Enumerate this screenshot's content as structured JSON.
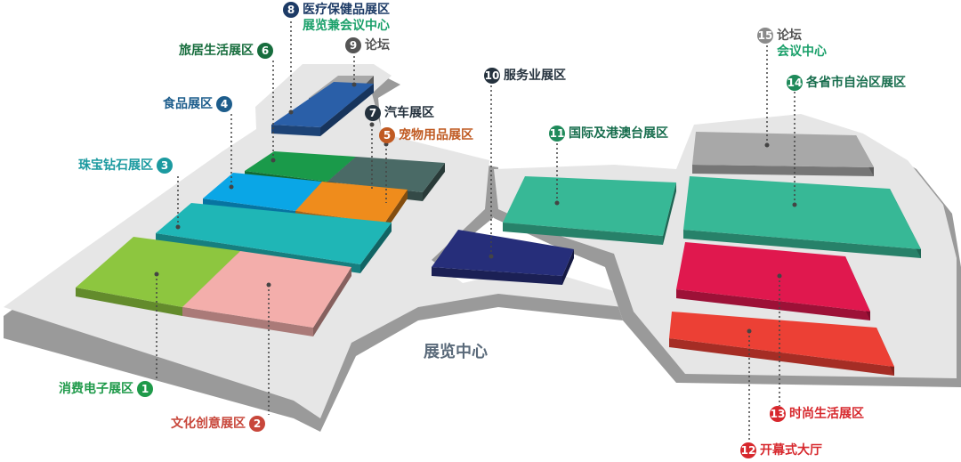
{
  "center_title": "展览中心",
  "zones": [
    {
      "id": "z1",
      "num": "1",
      "name": "消费电子展区",
      "color": "#8dc63f",
      "text_color": "#1f9a4a",
      "badge_color": "#1f9a4a"
    },
    {
      "id": "z2",
      "num": "2",
      "name": "文化创意展区",
      "color": "#f3aeab",
      "text_color": "#c8473b",
      "badge_color": "#c8473b"
    },
    {
      "id": "z3",
      "num": "3",
      "name": "珠宝钻石展区",
      "color": "#1fb6b6",
      "text_color": "#1b9aa0",
      "badge_color": "#1b9aa0"
    },
    {
      "id": "z4",
      "num": "4",
      "name": "食品展区",
      "color": "#0aa6e6",
      "text_color": "#1d5d8c",
      "badge_color": "#1d5d8c"
    },
    {
      "id": "z5",
      "num": "5",
      "name": "宠物用品展区",
      "color": "#ef8c1c",
      "text_color": "#c05a22",
      "badge_color": "#c05a22"
    },
    {
      "id": "z6",
      "num": "6",
      "name": "旅居生活展区",
      "color": "#1a9a4a",
      "text_color": "#176d3d",
      "badge_color": "#176d3d"
    },
    {
      "id": "z7",
      "num": "7",
      "name": "汽车展区",
      "color": "#4a6a66",
      "text_color": "#24313d",
      "badge_color": "#24313d"
    },
    {
      "id": "z8",
      "num": "8",
      "name": "医疗保健品展区",
      "sub": "展览兼会议中心",
      "color": "#2a5fa8",
      "text_color": "#1d3b66",
      "sub_color": "#1aa06a",
      "badge_color": "#1d3b66"
    },
    {
      "id": "z9",
      "num": "9",
      "name": "论坛",
      "color": "#a8a8a8",
      "text_color": "#555555",
      "badge_color": "#555555"
    },
    {
      "id": "z10",
      "num": "10",
      "name": "服务业展区",
      "color": "#262e7a",
      "text_color": "#24313d",
      "badge_color": "#24313d"
    },
    {
      "id": "z11",
      "num": "11",
      "name": "国际及港澳台展区",
      "color": "#37b896",
      "text_color": "#176d4d",
      "badge_color": "#1f8a5a"
    },
    {
      "id": "z12",
      "num": "12",
      "name": "开幕式大厅",
      "color": "#ec4035",
      "text_color": "#d7282d",
      "badge_color": "#d7282d"
    },
    {
      "id": "z13",
      "num": "13",
      "name": "时尚生活展区",
      "color": "#e0184e",
      "text_color": "#d7282d",
      "badge_color": "#d7282d"
    },
    {
      "id": "z14",
      "num": "14",
      "name": "各省市自治区展区",
      "color": "#37b896",
      "text_color": "#176d4d",
      "badge_color": "#1f8a5a"
    },
    {
      "id": "z15",
      "num": "15",
      "name": "论坛",
      "sub": "会议中心",
      "color": "#a8a8a8",
      "text_color": "#555555",
      "sub_color": "#1aa06a",
      "badge_color": "#8a8a8a"
    }
  ],
  "colors": {
    "floor": "#e6e6e6",
    "floor_edge": "#9a9a9a",
    "dot": "#444444"
  }
}
